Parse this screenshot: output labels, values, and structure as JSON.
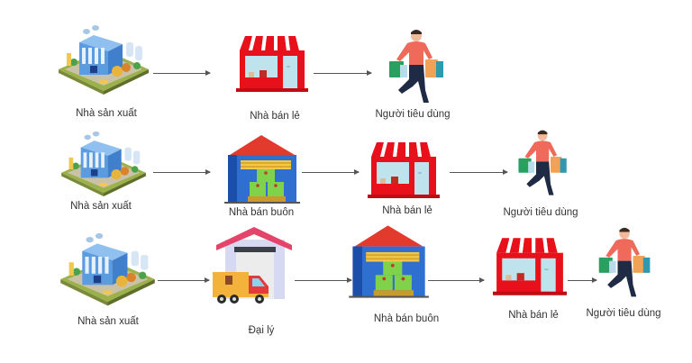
{
  "diagram": {
    "title": "",
    "colors": {
      "retail_red": "#e8101a",
      "warehouse_blue": "#2f6fd0",
      "warehouse_roof": "#e23a2c",
      "agent_roof": "#e5446a",
      "truck_orange": "#f3b23a",
      "arrow": "#555555",
      "text": "#333333"
    },
    "rows": [
      {
        "nodes": [
          {
            "label": "Nhà sản xuất",
            "icon": "factory-icon"
          },
          {
            "label": "Nhà bán lẻ",
            "icon": "retail-store-icon"
          },
          {
            "label": "Người tiêu dùng",
            "icon": "shopper-icon"
          }
        ]
      },
      {
        "nodes": [
          {
            "label": "Nhà sản xuất",
            "icon": "factory-icon"
          },
          {
            "label": "Nhà bán buôn",
            "icon": "wholesale-warehouse-icon"
          },
          {
            "label": "Nhà bán lẻ",
            "icon": "retail-store-icon"
          },
          {
            "label": "Người tiêu dùng",
            "icon": "shopper-icon"
          }
        ]
      },
      {
        "nodes": [
          {
            "label": "Nhà sản xuất",
            "icon": "factory-icon"
          },
          {
            "label": "Đại lý",
            "icon": "agent-warehouse-truck-icon"
          },
          {
            "label": "Nhà bán buôn",
            "icon": "wholesale-warehouse-icon"
          },
          {
            "label": "Nhà bán lẻ",
            "icon": "retail-store-icon"
          },
          {
            "label": "Người tiêu dùng",
            "icon": "shopper-icon"
          }
        ]
      }
    ]
  }
}
